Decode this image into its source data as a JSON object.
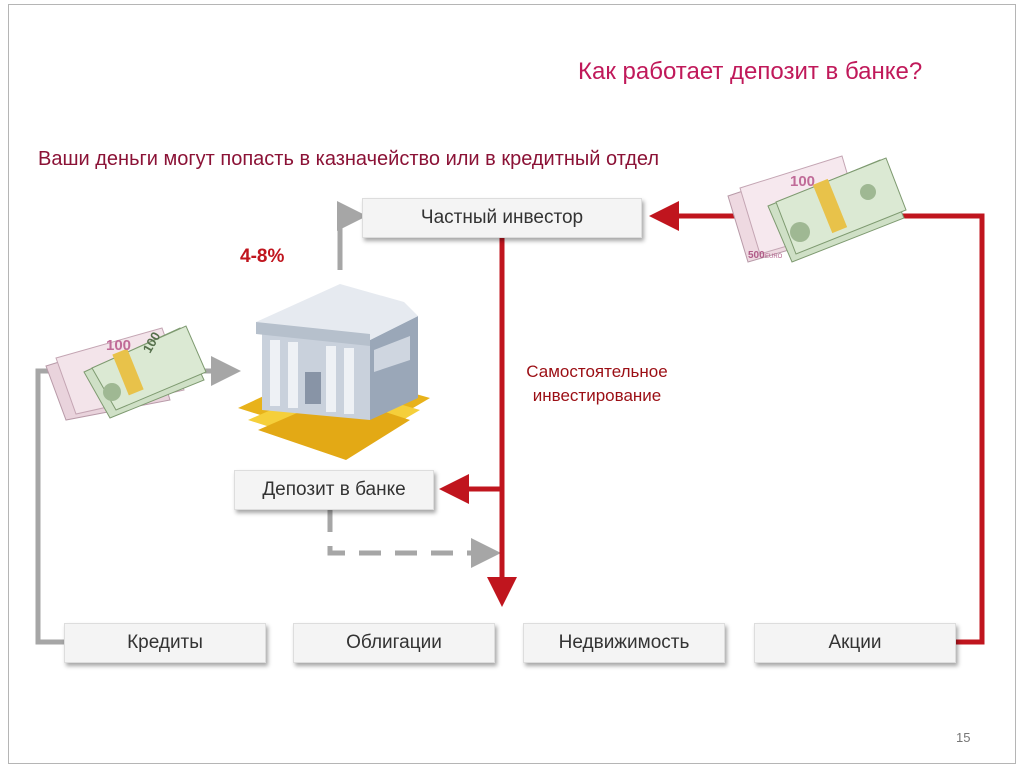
{
  "slide": {
    "title": "Как работает депозит в банке?",
    "subtitle": "Ваши деньги могут попасть в казначейство или в кредитный отдел",
    "page_number": "15"
  },
  "boxes": {
    "private_investor": "Частный инвестор",
    "bank_deposit": "Депозит в банке",
    "credits": "Кредиты",
    "bonds": "Облигации",
    "real_estate": "Недвижимость",
    "stocks": "Акции"
  },
  "labels": {
    "rate": "4-8%",
    "self_investment": "Самостоятельное инвестирование"
  },
  "banknotes": {
    "euro_denomination": "500",
    "euro_denomination_alt": "100",
    "euro_currency": "EURO",
    "dollar_denomination": "100"
  },
  "colors": {
    "title": "#c0195a",
    "subtitle": "#8b1236",
    "arrow_red": "#c0151e",
    "arrow_gray": "#a6a6a6"
  }
}
